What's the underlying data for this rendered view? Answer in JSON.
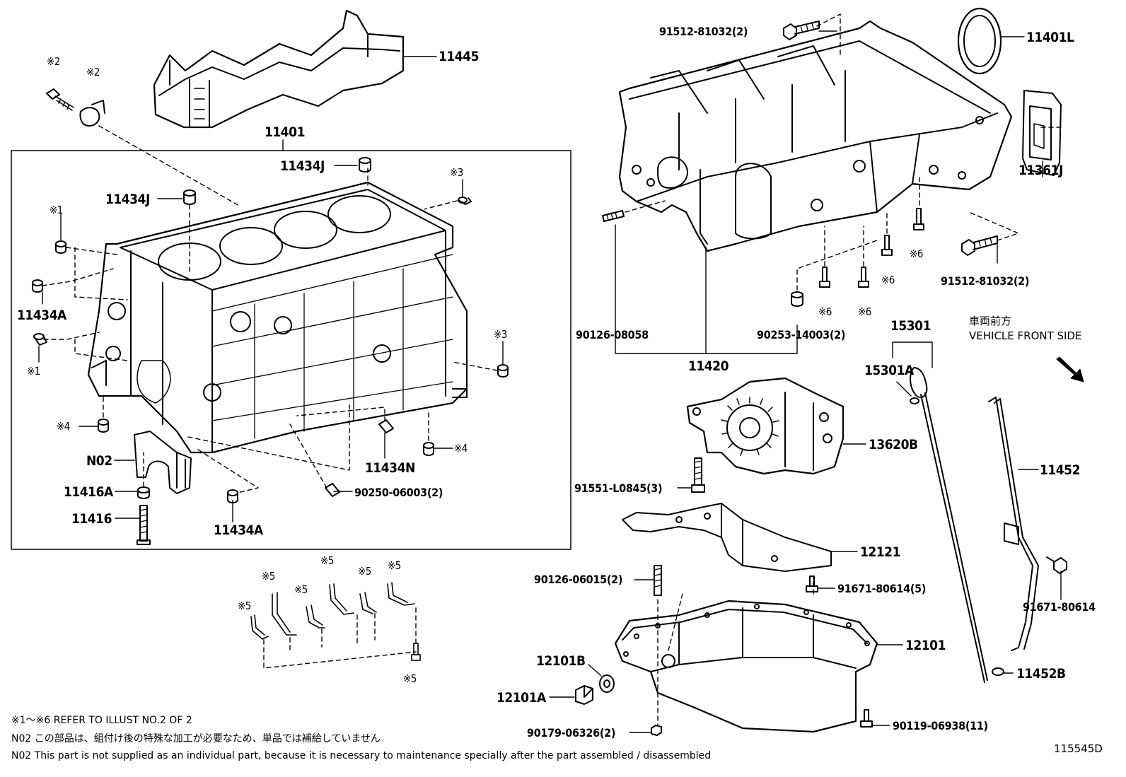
{
  "labels": {
    "p11445": "11445",
    "p11401": "11401",
    "p11434J_a": "11434J",
    "p11434J_b": "11434J",
    "p11434A_a": "11434A",
    "p11434A_b": "11434A",
    "p11434N": "11434N",
    "pN02": "N02",
    "p11416A": "11416A",
    "p11416": "11416",
    "p90250": "90250-06003(2)",
    "p91512_a": "91512-81032(2)",
    "p91512_b": "91512-81032(2)",
    "p11401L": "11401L",
    "p11361J": "11361J",
    "p90126_08058": "90126-08058",
    "p90253": "90253-14003(2)",
    "p11420": "11420",
    "p15301": "15301",
    "p15301A": "15301A",
    "p13620B": "13620B",
    "p91551": "91551-L0845(3)",
    "p11452": "11452",
    "p12121": "12121",
    "p90126_06015": "90126-06015(2)",
    "p91671_a": "91671-80614(5)",
    "p91671_b": "91671-80614",
    "p12101B": "12101B",
    "p12101A": "12101A",
    "p12101": "12101",
    "p11452B": "11452B",
    "p90179": "90179-06326(2)",
    "p90119": "90119-06938(11)"
  },
  "markers": {
    "m2a": "※2",
    "m2b": "※2",
    "m1a": "※1",
    "m1b": "※1",
    "m3a": "※3",
    "m3b": "※3",
    "m4a": "※4",
    "m4b": "※4",
    "m5a": "※5",
    "m5b": "※5",
    "m5c": "※5",
    "m5d": "※5",
    "m5e": "※5",
    "m5f": "※5",
    "m5g": "※5",
    "m6a": "※6",
    "m6b": "※6",
    "m6c": "※6",
    "m6d": "※6"
  },
  "direction": {
    "jp": "車両前方",
    "en": "VEHICLE FRONT SIDE"
  },
  "notes": {
    "refer": "※1～※6 REFER TO ILLUST NO.2 OF 2",
    "n02_jp": "N02  この部品は、組付け後の特殊な加工が必要なため、単品では補給していません",
    "n02_en": "N02  This part is not supplied as an individual part, because it is necessary to maintenance specially after the part assembled / disassembled"
  },
  "illust_id": "115545D"
}
